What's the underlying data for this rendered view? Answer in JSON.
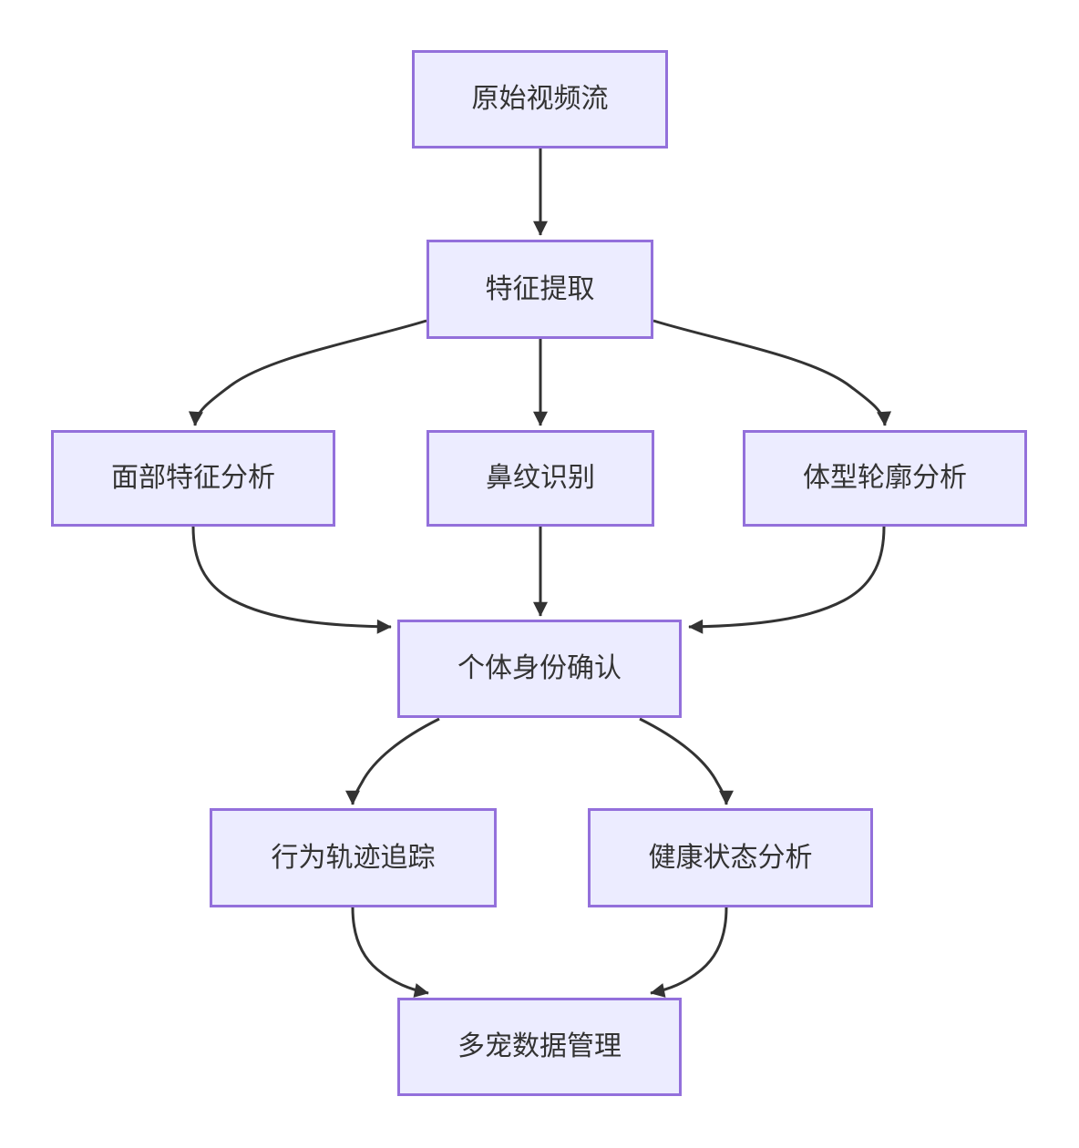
{
  "diagram": {
    "type": "flowchart-top-down",
    "background_color": "#ffffff",
    "node_fill_color": "#ECECFF",
    "node_border_color": "#9370DB",
    "edge_color": "#333333",
    "text_color": "#333333",
    "nodes": [
      {
        "id": "raw-video-stream",
        "label": "原始视频流"
      },
      {
        "id": "feature-extraction",
        "label": "特征提取"
      },
      {
        "id": "facial-feature-analysis",
        "label": "面部特征分析"
      },
      {
        "id": "nose-print-recognition",
        "label": "鼻纹识别"
      },
      {
        "id": "body-contour-analysis",
        "label": "体型轮廓分析"
      },
      {
        "id": "identity-confirmation",
        "label": "个体身份确认"
      },
      {
        "id": "behavior-track-tracing",
        "label": "行为轨迹追踪"
      },
      {
        "id": "health-status-analysis",
        "label": "健康状态分析"
      },
      {
        "id": "multi-pet-data-management",
        "label": "多宠数据管理"
      }
    ],
    "edges": [
      {
        "from": "原始视频流",
        "to": "特征提取"
      },
      {
        "from": "特征提取",
        "to": "面部特征分析"
      },
      {
        "from": "特征提取",
        "to": "鼻纹识别"
      },
      {
        "from": "特征提取",
        "to": "体型轮廓分析"
      },
      {
        "from": "面部特征分析",
        "to": "个体身份确认"
      },
      {
        "from": "鼻纹识别",
        "to": "个体身份确认"
      },
      {
        "from": "体型轮廓分析",
        "to": "个体身份确认"
      },
      {
        "from": "个体身份确认",
        "to": "行为轨迹追踪"
      },
      {
        "from": "个体身份确认",
        "to": "健康状态分析"
      },
      {
        "from": "行为轨迹追踪",
        "to": "多宠数据管理"
      },
      {
        "from": "健康状态分析",
        "to": "多宠数据管理"
      }
    ]
  }
}
